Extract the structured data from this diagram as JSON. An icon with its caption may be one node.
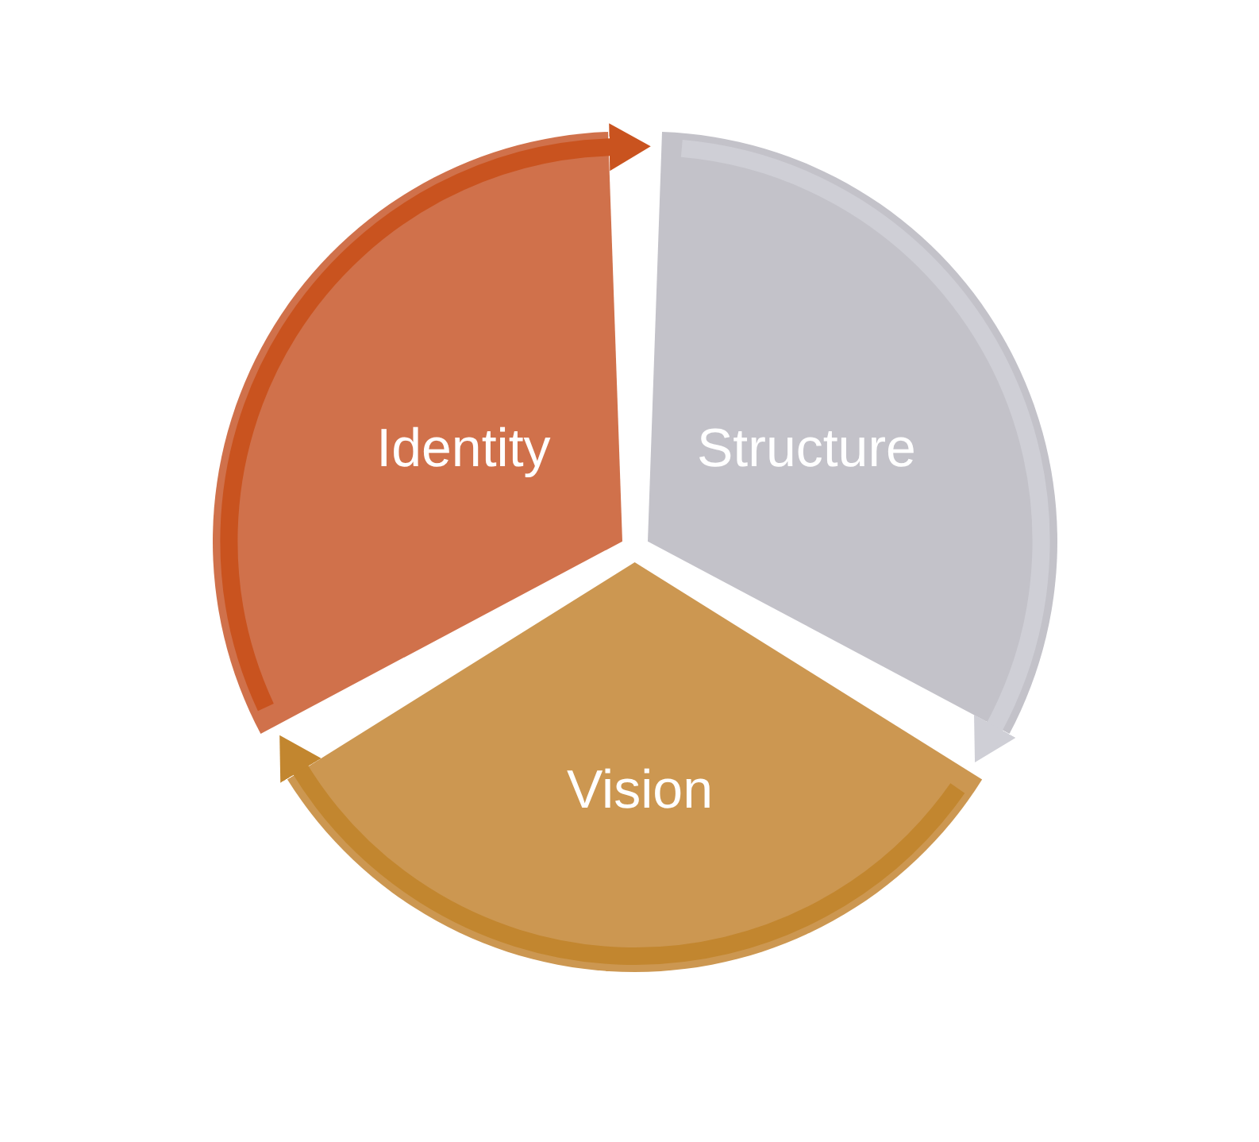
{
  "diagram": {
    "nodes": [
      {
        "text": [
          "Identity"
        ]
      },
      {
        "text": [
          "Structure"
        ]
      },
      {
        "text": [
          "Vision"
        ]
      }
    ],
    "edges": [
      {
        "from": 0,
        "to": 1,
        "arrow": "to",
        "color": "#c9531f"
      },
      {
        "from": 1,
        "to": 2,
        "arrow": "to",
        "color": "#cfcfd6"
      },
      {
        "from": 2,
        "to": 0,
        "arrow": "to",
        "color": "#c2862f"
      }
    ]
  }
}
